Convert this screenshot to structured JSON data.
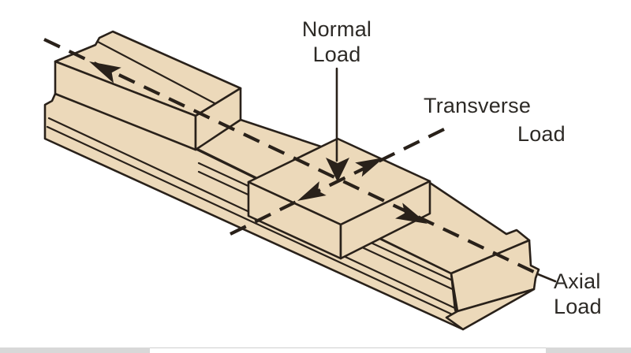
{
  "figure": {
    "type": "isometric-technical-diagram",
    "subject": "Linear slide assembly showing load directions on the carriage",
    "labels": {
      "normal": {
        "line1": "Normal",
        "line2": "Load"
      },
      "transverse": {
        "line1": "Transverse",
        "line2": "Load"
      },
      "axial": {
        "line1": "Axial",
        "line2": "Load"
      }
    }
  },
  "colors": {
    "solid_fill": "#ecd9ba",
    "line": "#29211a",
    "label_text": "#2d2a26",
    "background": "#ffffff",
    "strip_gray": "#d8d8d8",
    "strip_white": "#ffffff",
    "strip_border": "#cfcfcf"
  }
}
